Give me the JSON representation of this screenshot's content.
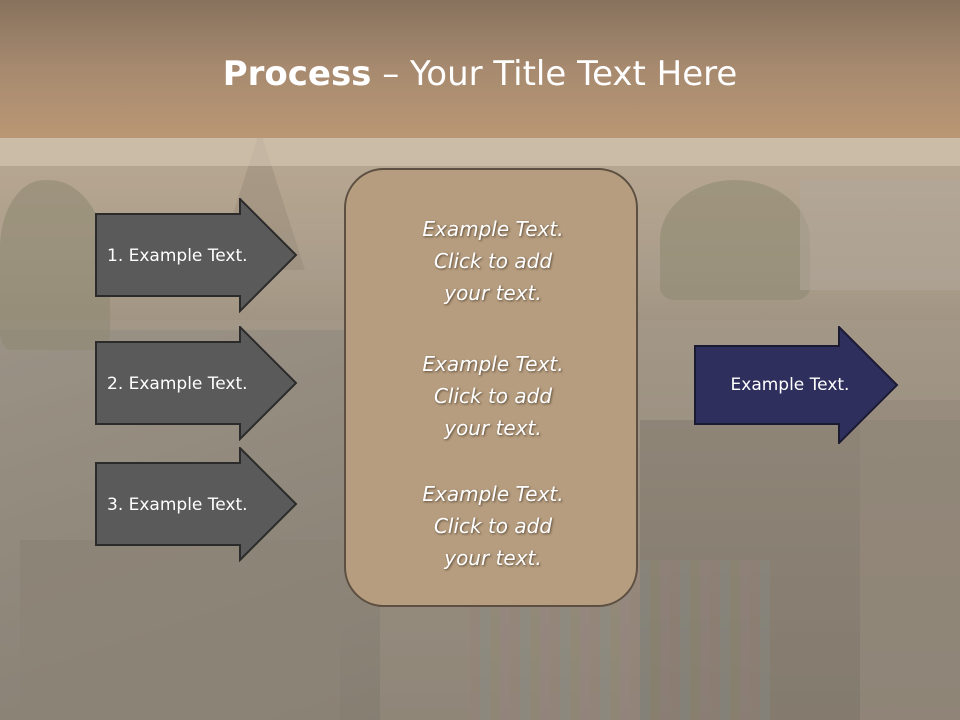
{
  "title": {
    "bold": "Process",
    "rest": " – Your Title Text Here"
  },
  "steps": [
    {
      "label": "1. Example Text."
    },
    {
      "label": "2. Example Text."
    },
    {
      "label": "3. Example Text."
    }
  ],
  "panel": {
    "blocks": [
      {
        "line1": "Example Text.",
        "line2": "Click  to add",
        "line3": "your text."
      },
      {
        "line1": "Example Text.",
        "line2": "Click  to add",
        "line3": "your text."
      },
      {
        "line1": "Example Text.",
        "line2": "Click  to add",
        "line3": "your text."
      }
    ]
  },
  "result": {
    "label": "Example Text."
  },
  "colors": {
    "title_banner": "#a78a6f",
    "step_arrow_fill": "#5a5a5a",
    "panel_fill": "#b69d7f",
    "result_arrow_fill": "#2f2f5e"
  }
}
